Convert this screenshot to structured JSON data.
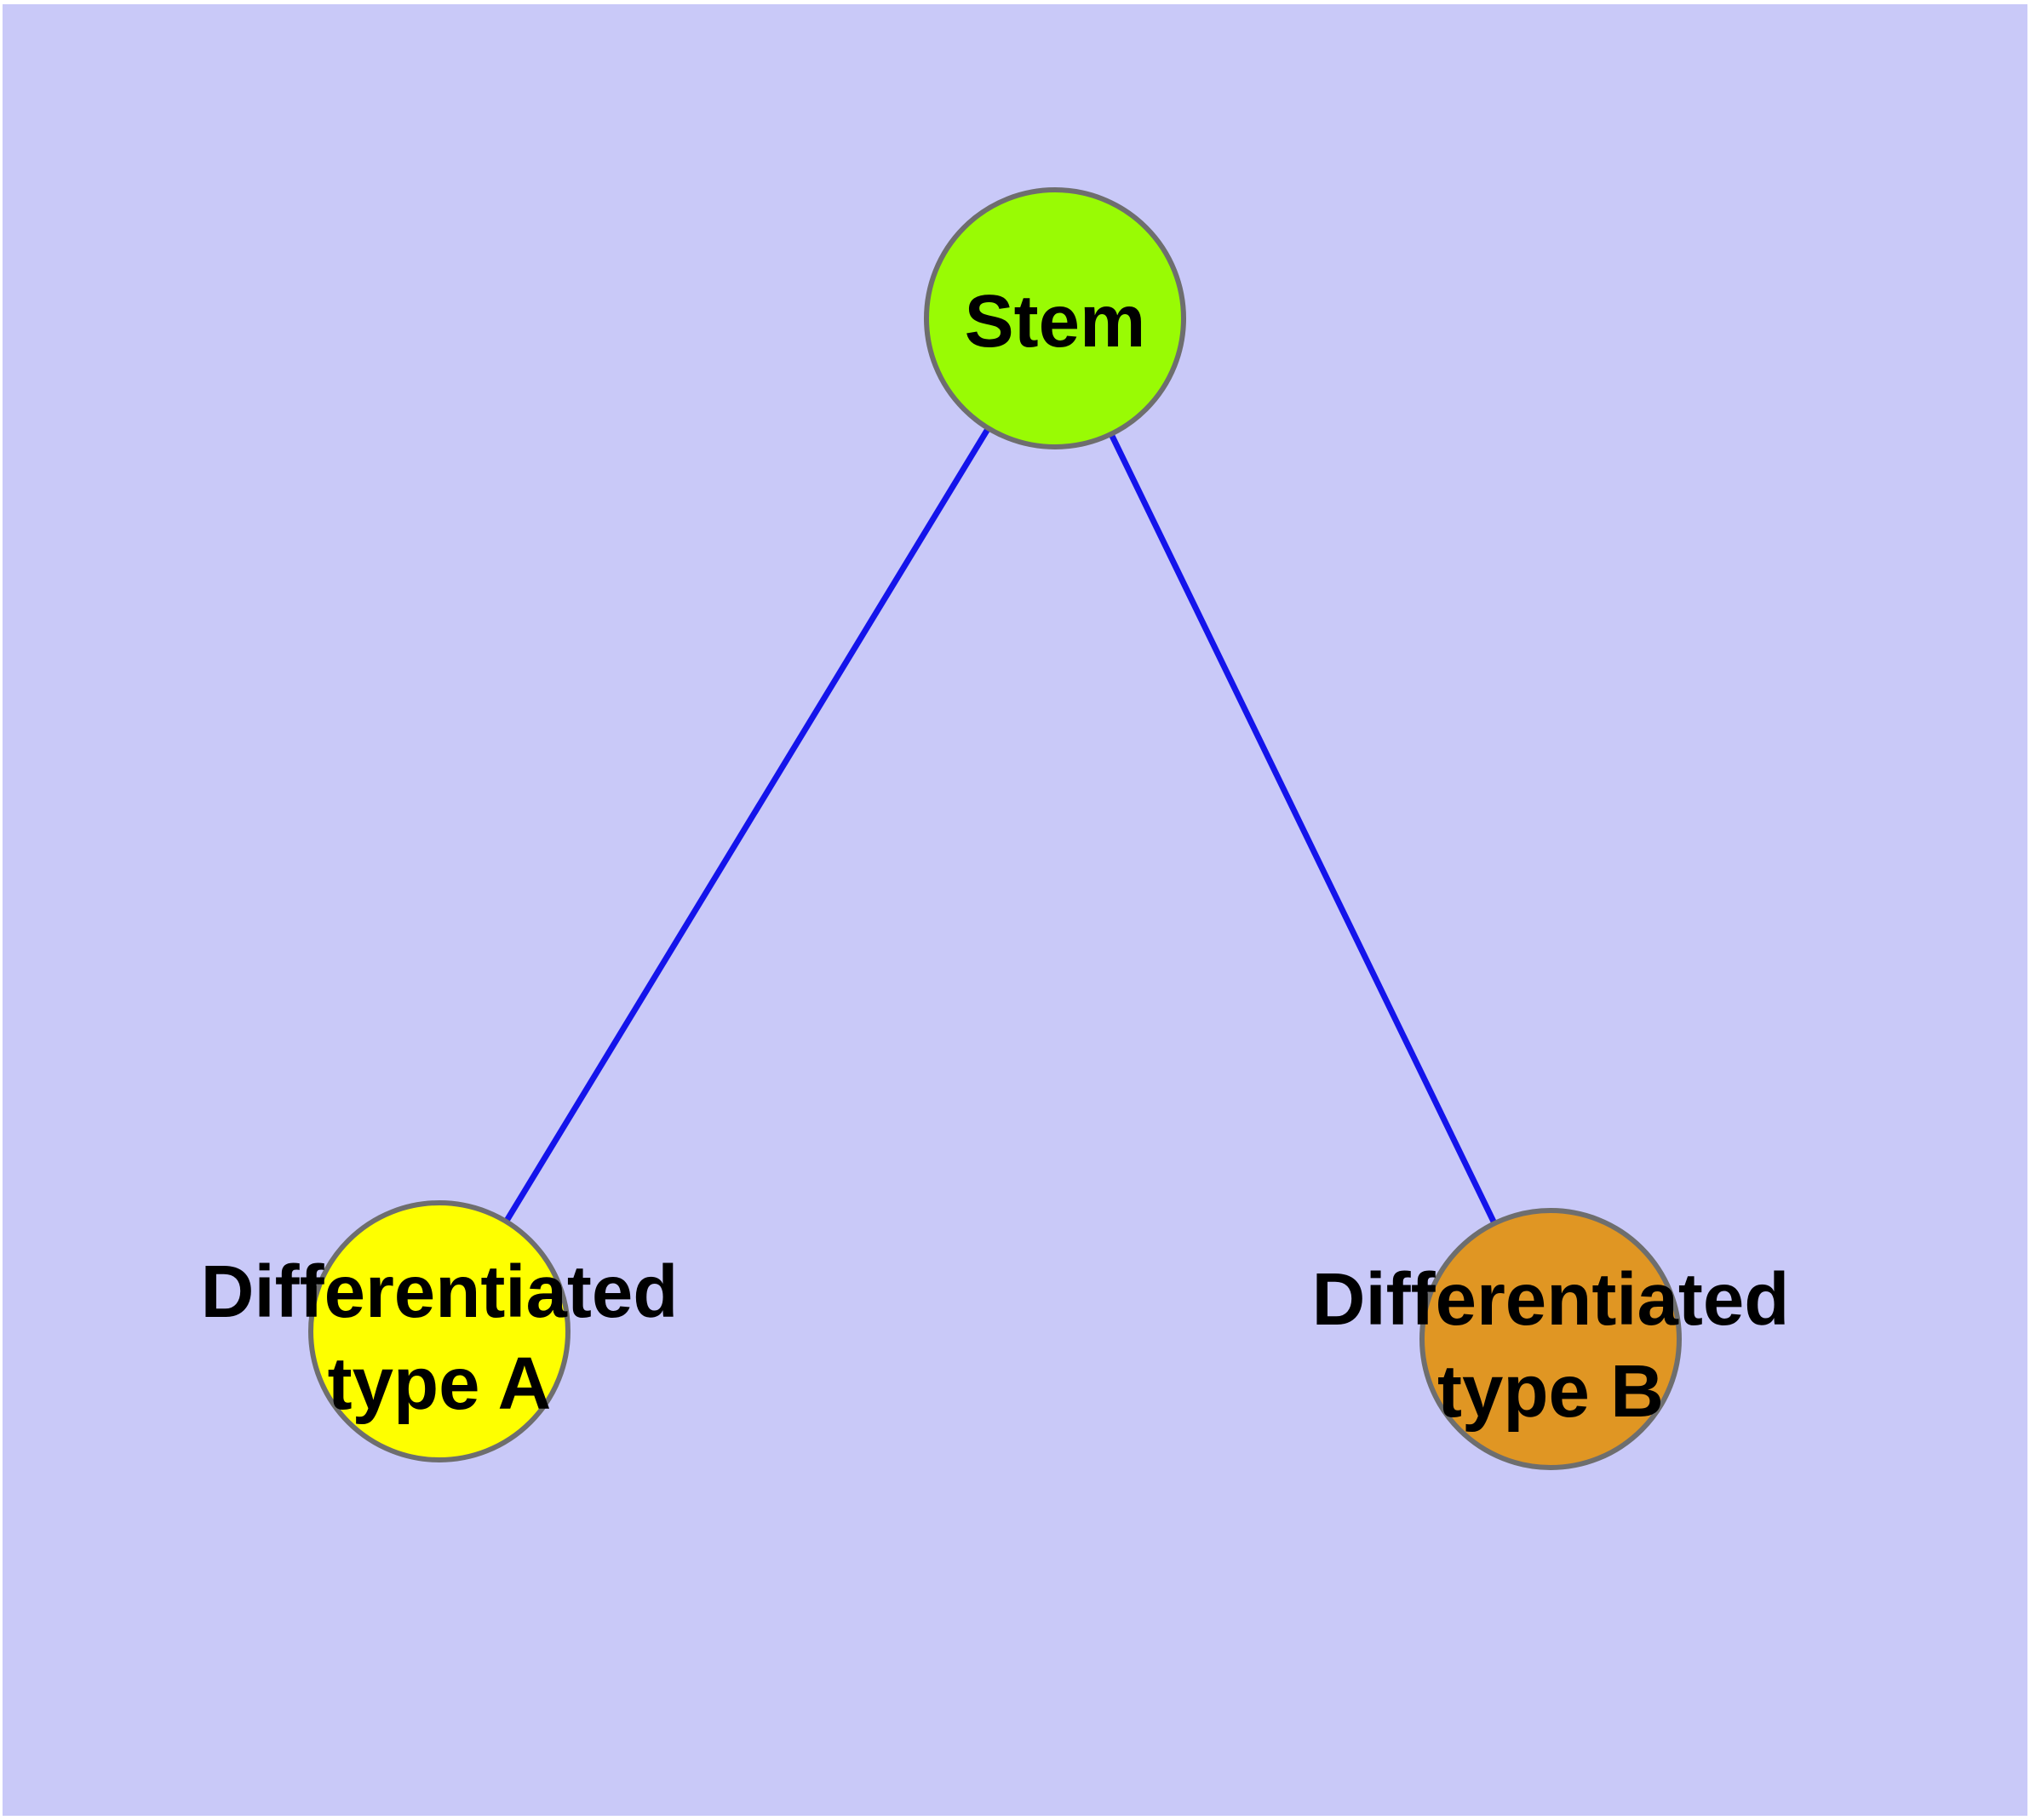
{
  "colors": {
    "background": "#c9c9f8",
    "frame": "#ffffff",
    "edge": "#1414eb",
    "node_border": "#6e6e6e",
    "label_text": "#000000"
  },
  "graph": {
    "description": "Cell differentiation hierarchy diagram",
    "nodes": {
      "stem": {
        "label": "Stem",
        "fill": "#99fb04"
      },
      "type_a": {
        "label_line1": "Differentiated",
        "label_line2": "type A",
        "fill": "#feff00"
      },
      "type_b": {
        "label_line1": "Differentiated",
        "label_line2": "type B",
        "fill": "#e09623"
      }
    },
    "edges": [
      {
        "from": "stem",
        "to": "type_a"
      },
      {
        "from": "stem",
        "to": "type_b"
      }
    ]
  }
}
